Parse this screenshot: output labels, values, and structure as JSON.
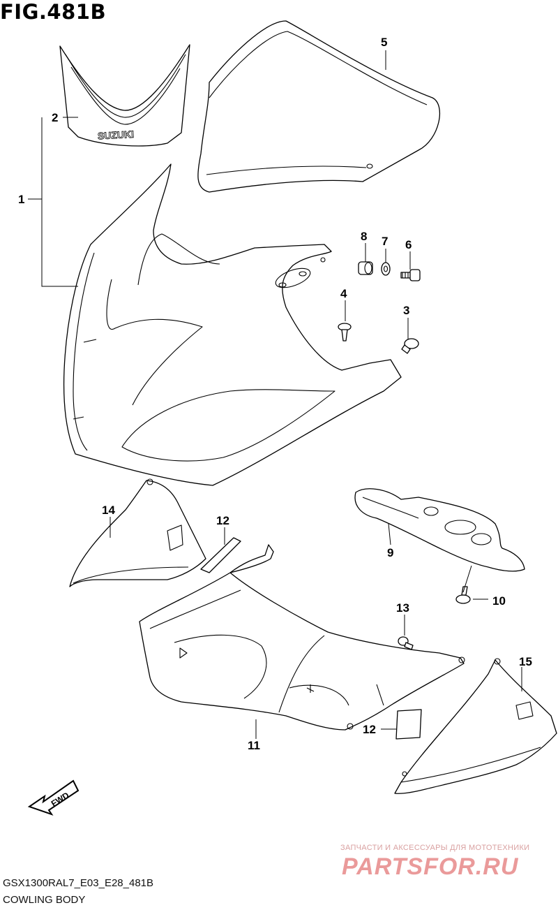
{
  "figure": {
    "title": "FIG.481B",
    "code": "GSX1300RAL7_E03_E28_481B",
    "name": "COWLING BODY"
  },
  "callouts": {
    "c1": "1",
    "c2": "2",
    "c3": "3",
    "c4": "4",
    "c5": "5",
    "c6": "6",
    "c7": "7",
    "c8": "8",
    "c9": "9",
    "c10": "10",
    "c11": "11",
    "c12a": "12",
    "c12b": "12",
    "c13": "13",
    "c14": "14",
    "c15": "15"
  },
  "labels": {
    "suzuki_logo": "SUZUKI",
    "fwd": "FWD"
  },
  "watermark": {
    "subtitle": "ЗАПЧАСТИ И АКСЕССУАРЫ ДЛЯ МОТОТЕХНИКИ",
    "logo": "PARTSFOR.RU"
  },
  "colors": {
    "line": "#000000",
    "watermark": "#ea9a9a"
  }
}
